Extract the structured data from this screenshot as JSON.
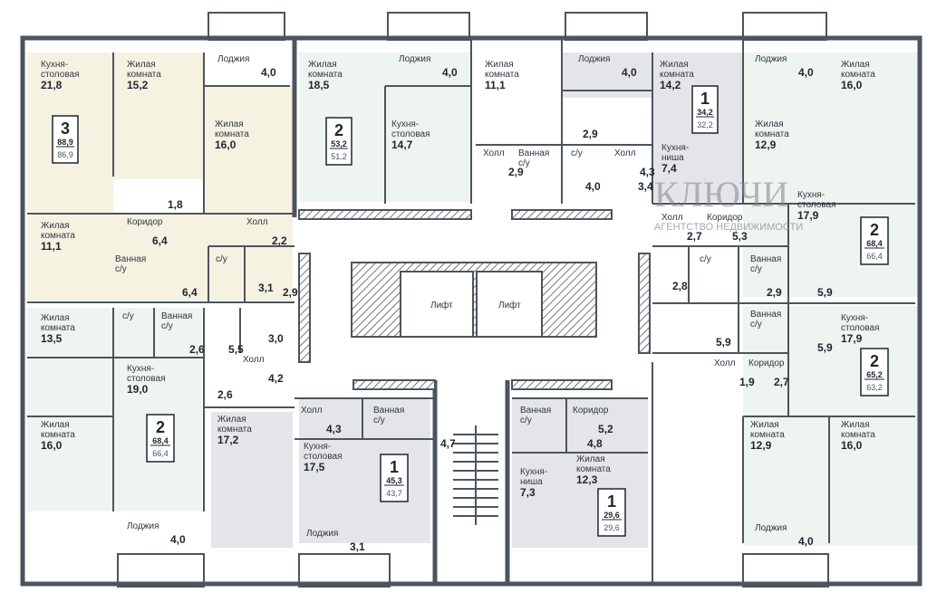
{
  "brand": {
    "name": "КЛЮЧИ",
    "tagline": "АГЕНТСТВО НЕДВИЖИМОСТИ"
  },
  "colors": {
    "wall": "#4d545e",
    "cream": "#f6f2e2",
    "mint": "#eef4ef",
    "grey": "#e4e5e8",
    "white": "#ffffff"
  },
  "lifts": [
    "Лифт",
    "Лифт"
  ],
  "apartments": [
    {
      "rooms": "3",
      "total": "88,9",
      "living": "86,9"
    },
    {
      "rooms": "2",
      "total": "53,2",
      "living": "51,2"
    },
    {
      "rooms": "1",
      "total": "34,2",
      "living": "32,2"
    },
    {
      "rooms": "2",
      "total": "68,4",
      "living": "66,4"
    },
    {
      "rooms": "2",
      "total": "68,4",
      "living": "66,4"
    },
    {
      "rooms": "1",
      "total": "45,3",
      "living": "43,7"
    },
    {
      "rooms": "1",
      "total": "29,6",
      "living": "29,6"
    },
    {
      "rooms": "2",
      "total": "65,2",
      "living": "63,2"
    }
  ],
  "rooms": [
    {
      "name": "Кухня-\nстоловая",
      "area": "21,8"
    },
    {
      "name": "Жилая\nкомната",
      "area": "15,2"
    },
    {
      "name": "Лоджия",
      "area": "4,0"
    },
    {
      "name": "Жилая\nкомната",
      "area": "16,0"
    },
    {
      "name": "",
      "area": "1,8"
    },
    {
      "name": "Жилая\nкомната",
      "area": "11,1"
    },
    {
      "name": "Коридор",
      "area": "6,4"
    },
    {
      "name": "Холл",
      "area": "2,2"
    },
    {
      "name": "Ванная\nс/у",
      "area": "6,4"
    },
    {
      "name": "с/у",
      "area": "2,9"
    },
    {
      "name": "",
      "area": "3,1"
    },
    {
      "name": "Жилая\nкомната",
      "area": "18,5"
    },
    {
      "name": "Лоджия",
      "area": "4,0"
    },
    {
      "name": "Кухня-\nстоловая",
      "area": "14,7"
    },
    {
      "name": "Жилая\nкомната",
      "area": "11,1"
    },
    {
      "name": "Холл",
      "area": "2,9"
    },
    {
      "name": "Ванная\nс/у",
      "area": "4,0"
    },
    {
      "name": "Лоджия",
      "area": "4,0"
    },
    {
      "name": "",
      "area": "2,9"
    },
    {
      "name": "с/у",
      "area": "3,4"
    },
    {
      "name": "Холл",
      "area": "4,3"
    },
    {
      "name": "Жилая\nкомната",
      "area": "14,2"
    },
    {
      "name": "Кухня-\nниша",
      "area": "7,4"
    },
    {
      "name": "Лоджия",
      "area": "4,0"
    },
    {
      "name": "Жилая\nкомната",
      "area": "12,9"
    },
    {
      "name": "Жилая\nкомната",
      "area": "16,0"
    },
    {
      "name": "Кухня-\nстоловая",
      "area": "17,9"
    },
    {
      "name": "Холл",
      "area": "2,7"
    },
    {
      "name": "Коридор",
      "area": "5,3"
    },
    {
      "name": "",
      "area": "2,8"
    },
    {
      "name": "с/у",
      "area": "2,9"
    },
    {
      "name": "Ванная\nс/у",
      "area": "5,9"
    },
    {
      "name": "Жилая\nкомната",
      "area": "13,5"
    },
    {
      "name": "с/у",
      "area": "2,6"
    },
    {
      "name": "Ванная\nс/у",
      "area": "5,5"
    },
    {
      "name": "",
      "area": "3,0"
    },
    {
      "name": "Кухня-\nстоловая",
      "area": "19,0"
    },
    {
      "name": "Холл",
      "area": "4,2"
    },
    {
      "name": "",
      "area": "2,6"
    },
    {
      "name": "Жилая\nкомната",
      "area": "16,0"
    },
    {
      "name": "Лоджия",
      "area": "4,0"
    },
    {
      "name": "Жилая\nкомната",
      "area": "17,2"
    },
    {
      "name": "Холл",
      "area": "4,3"
    },
    {
      "name": "Ванная\nс/у",
      "area": "4,7"
    },
    {
      "name": "Кухня-\nстоловая",
      "area": "17,5"
    },
    {
      "name": "Лоджия",
      "area": "3,1"
    },
    {
      "name": "Ванная\nс/у",
      "area": "4,8"
    },
    {
      "name": "Коридор",
      "area": "5,2"
    },
    {
      "name": "Жилая\nкомната",
      "area": "12,3"
    },
    {
      "name": "Кухня-\nниша",
      "area": "7,3"
    },
    {
      "name": "",
      "area": "5,9"
    },
    {
      "name": "Ванная\nс/у",
      "area": "5,9"
    },
    {
      "name": "Кухня-\nстоловая",
      "area": "17,9"
    },
    {
      "name": "Холл",
      "area": "1,9"
    },
    {
      "name": "Коридор",
      "area": "2,7"
    },
    {
      "name": "Жилая\nкомната",
      "area": "12,9"
    },
    {
      "name": "Жилая\nкомната",
      "area": "16,0"
    },
    {
      "name": "Лоджия",
      "area": "4,0"
    }
  ]
}
